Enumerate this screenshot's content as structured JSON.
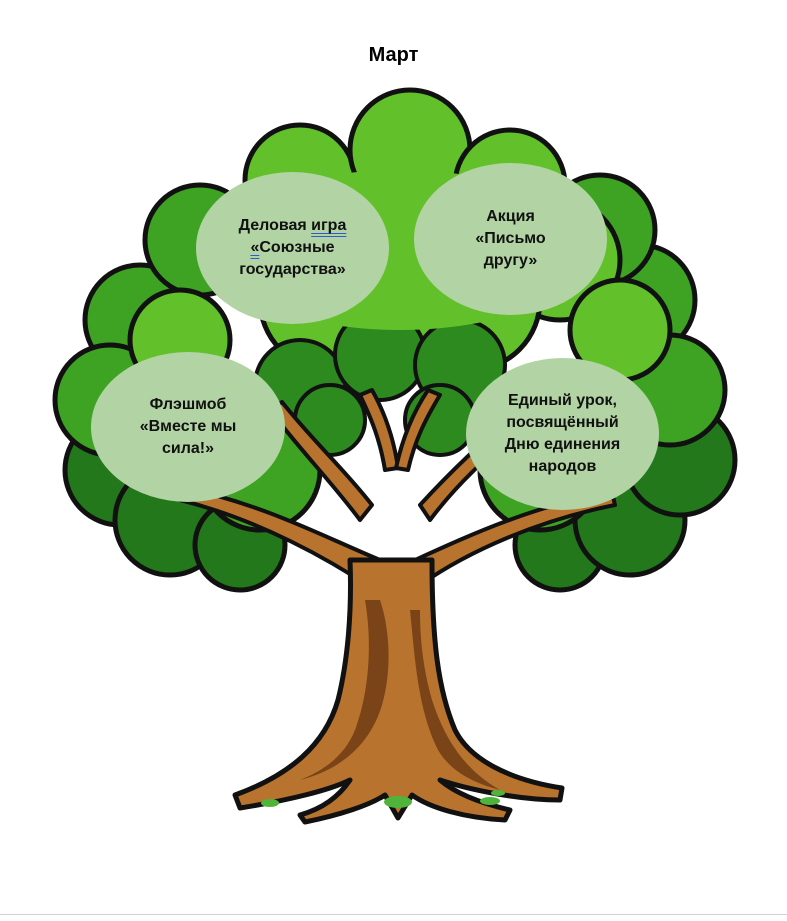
{
  "title": "Март",
  "bubbles": {
    "business_game": {
      "line1_a": "Деловая ",
      "line1_b": "игра",
      "line2_a": "«",
      "line2_b": "Союзные",
      "line3": "государства»"
    },
    "action": {
      "text": "Акция\n«Письмо\nдругу»"
    },
    "flashmob": {
      "text": "Флэшмоб\n«Вместе мы\nсила!»"
    },
    "lesson": {
      "text": "Единый урок,\nпосвящённый\nДню единения\nнародов"
    }
  },
  "colors": {
    "leaf_light": "#62c12a",
    "leaf_mid": "#3ea323",
    "leaf_dark": "#23781b",
    "trunk": "#b8732e",
    "trunk_dark": "#7a4418",
    "outline": "#111111",
    "bubble_fill": "#b2d3a3"
  },
  "icons": [
    "tree-illustration"
  ]
}
